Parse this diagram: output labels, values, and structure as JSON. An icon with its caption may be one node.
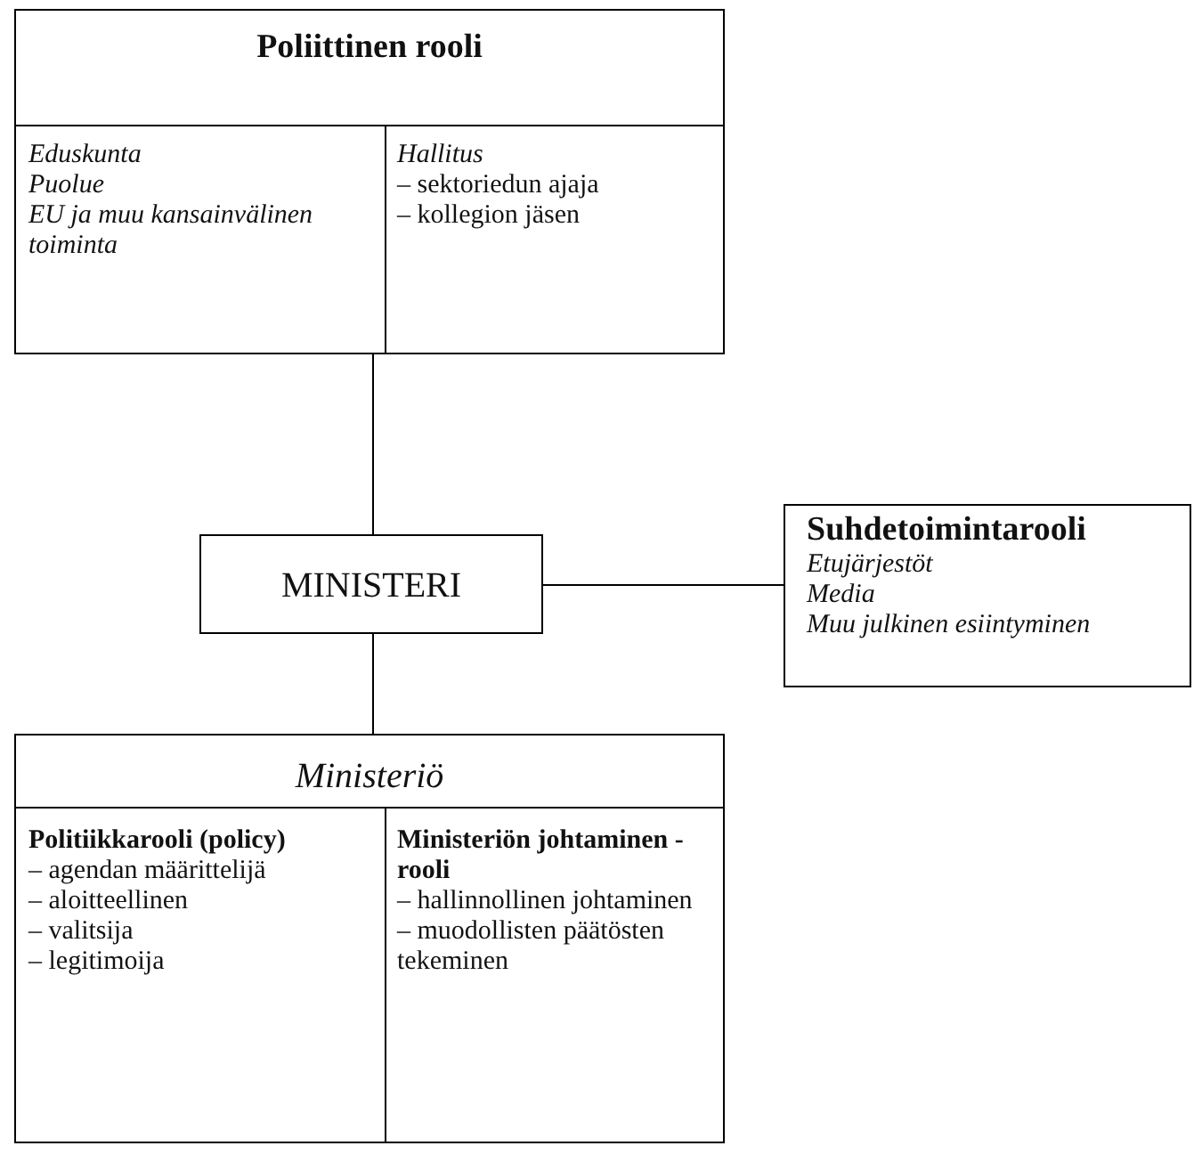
{
  "diagram": {
    "nodes": [
      {
        "text": [
          "Poliittinen rooli"
        ]
      },
      {
        "text": [
          "Eduskunta",
          "Puolue",
          "EU ja muu kansainvälinen toiminta"
        ],
        "in": 0
      },
      {
        "text": [
          "Hallitus",
          "– sektoriedun ajaja",
          "– kollegion jäsen"
        ],
        "in": 0
      },
      {
        "text": [
          "MINISTERI"
        ]
      },
      {
        "text": [
          "Suhdetoimintarooli",
          "Etujärjestöt",
          "Media",
          "Muu julkinen esiintyminen"
        ]
      },
      {
        "text": [
          "Ministeriö"
        ]
      },
      {
        "text": [
          "Politiikkarooli (policy)",
          "– agendan määrittelijä",
          "– aloitteellinen",
          "– valitsija",
          "– legitimoija"
        ],
        "in": 5
      },
      {
        "text": [
          "Ministeriön johtaminen -rooli",
          "– hallinnollinen johtaminen",
          "– muodollisten päätösten tekeminen"
        ],
        "in": 5
      }
    ],
    "edges": [
      {
        "from": 0,
        "to": 3,
        "arrow": "none"
      },
      {
        "from": 3,
        "to": 4,
        "arrow": "none"
      },
      {
        "from": 3,
        "to": 5,
        "arrow": "none"
      }
    ]
  }
}
